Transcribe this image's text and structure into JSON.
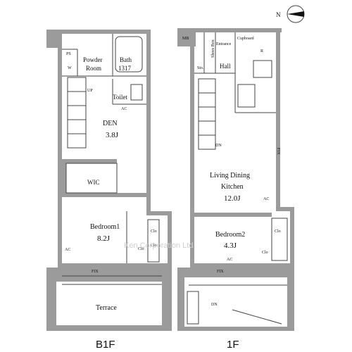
{
  "floors": [
    {
      "label": "B1F",
      "rooms": {
        "ps": "PS",
        "w": "W",
        "powder_line1": "Powder",
        "powder_line2": "Room",
        "bath_line1": "Bath",
        "bath_line2": "1317",
        "up": "UP",
        "toilet": "Toilet",
        "ac_toilet": "AC",
        "den": "DEN",
        "den_size": "3.8J",
        "wic": "WIC",
        "bedroom1": "Bedroom1",
        "bedroom1_size": "8.2J",
        "ac_bed1": "AC",
        "clo_a": "Clo",
        "clo_b": "Clo",
        "clo_c": "Clo",
        "fix": "FIX",
        "terrace": "Terrace"
      }
    },
    {
      "label": "1F",
      "rooms": {
        "mb": "MB",
        "shoes_box": "Shoes Box",
        "entrance": "Entrance",
        "cupboard": "Cupboard",
        "r": "R",
        "sto": "Sto.",
        "hall": "Hall",
        "dn_stair": "DN",
        "ldk_line1": "Living Dining",
        "ldk_line2": "Kitchen",
        "ldk_size": "12.0J",
        "fix_side": "FIX",
        "ac_ldk": "AC",
        "bedroom2": "Bedroom2",
        "bedroom2_size": "4.3J",
        "clo_d": "Clo",
        "clo_e": "Clo",
        "ac_bed2": "AC",
        "fix": "FIX",
        "dn_balcony": "DN"
      }
    }
  ],
  "compass": "N",
  "watermark": "Ken Corporation Ltd."
}
